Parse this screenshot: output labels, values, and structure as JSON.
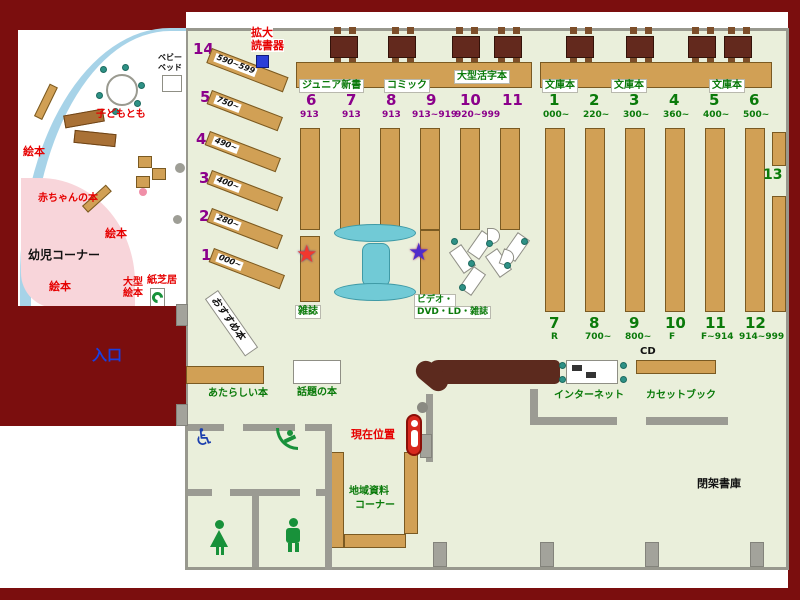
{
  "colors": {
    "frame": "#7B0E0E",
    "floor": "#EAEFDB",
    "shelf": "#D1A055",
    "counter": "#5C2A1E",
    "kids_pink": "#F8D5DA",
    "curve_blue": "#A7D3E8",
    "cyan_table": "#71CAD6",
    "purple_num": "#8B008B",
    "green_num": "#0a7a0a",
    "red_label": "#e60000",
    "entrance_blue": "#1a3fe0"
  },
  "top": {
    "magnifier": {
      "line1": "拡大",
      "line2": "読書器"
    },
    "categories": {
      "junior": "ジュニア新書",
      "comic": "コミック",
      "large_print": "大型活字本",
      "bunko1": "文庫本",
      "bunko2": "文庫本",
      "bunko3": "文庫本"
    }
  },
  "kids": {
    "corner": "幼児コーナー",
    "baby_books": "赤ちゃんの本",
    "kodomo": "子どもとも",
    "ehon1": "絵本",
    "ehon2": "絵本",
    "ehon3": "絵本",
    "ogata": {
      "line1": "大型",
      "line2": "絵本"
    },
    "kamishibai": "紙芝居",
    "babybed": {
      "line1": "ベビー",
      "line2": "ベッド"
    }
  },
  "diagonal_shelves": [
    {
      "num": "14",
      "range": "590~599"
    },
    {
      "num": "5",
      "range": "750~"
    },
    {
      "num": "4",
      "range": "490~"
    },
    {
      "num": "3",
      "range": "400~"
    },
    {
      "num": "2",
      "range": "280~"
    },
    {
      "num": "1",
      "range": "000~"
    }
  ],
  "recommend": "おすすめ本",
  "entrance": "入口",
  "middle_shelves": [
    {
      "num": "6",
      "range": "913"
    },
    {
      "num": "7",
      "range": "913"
    },
    {
      "num": "8",
      "range": "913"
    },
    {
      "num": "9",
      "range": "913~919"
    },
    {
      "num": "10",
      "range": "920~999"
    },
    {
      "num": "11",
      "range": ""
    }
  ],
  "right_top_shelves": [
    {
      "num": "1",
      "range": "000~"
    },
    {
      "num": "2",
      "range": "220~"
    },
    {
      "num": "3",
      "range": "300~"
    },
    {
      "num": "4",
      "range": "360~"
    },
    {
      "num": "5",
      "range": "400~"
    },
    {
      "num": "6",
      "range": "500~"
    }
  ],
  "right_bottom_shelves": [
    {
      "num": "7",
      "range": "R"
    },
    {
      "num": "8",
      "range": "700~"
    },
    {
      "num": "9",
      "range": "800~"
    },
    {
      "num": "10",
      "range": "F"
    },
    {
      "num": "11",
      "range": "F~914"
    },
    {
      "num": "12",
      "range": "914~999"
    }
  ],
  "wall_shelf": "13",
  "center": {
    "magazines": "雑誌",
    "video": {
      "line1": "ビデオ・",
      "line2": "DVD・LD・雑誌"
    }
  },
  "services": {
    "cd": "CD",
    "internet": "インターネット",
    "cassette": "カセットブック"
  },
  "areas": {
    "new_books": "あたらしい本",
    "topic_books": "話題の本",
    "current_location": "現在位置",
    "local": {
      "line1": "地域資料",
      "line2": "コーナー"
    },
    "closed_stacks": "閉架書庫"
  }
}
